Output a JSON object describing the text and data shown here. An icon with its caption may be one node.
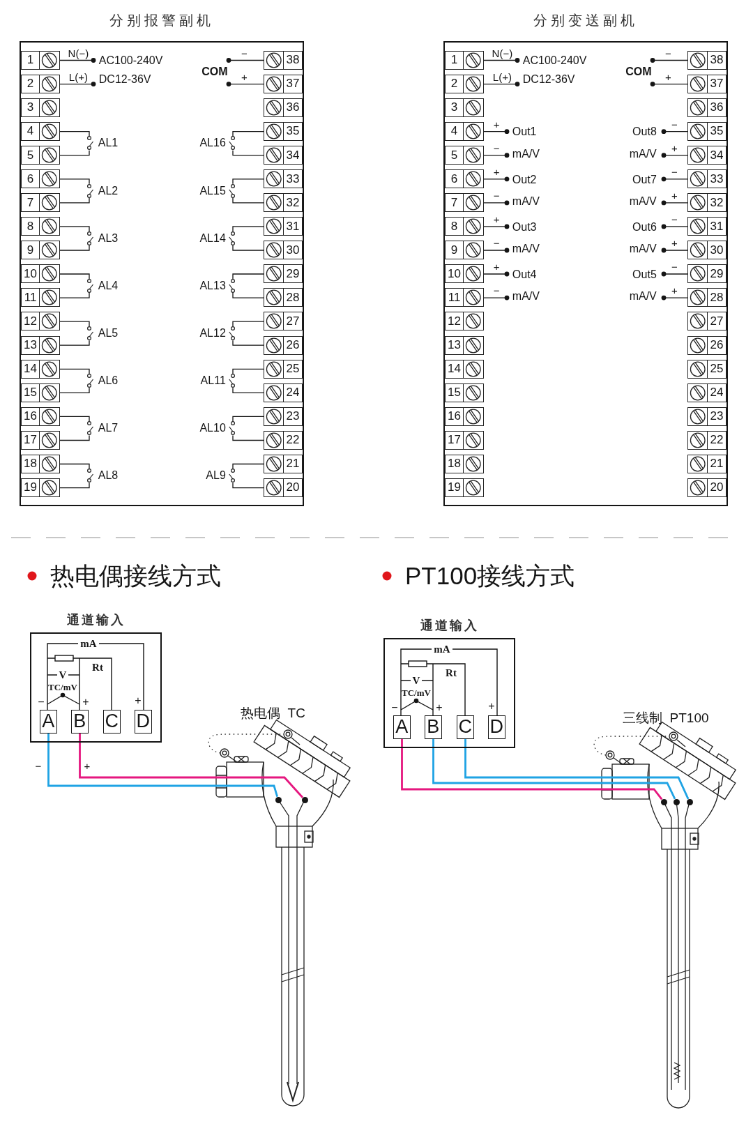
{
  "diagram": {
    "nodes": [
      {
        "text": [
          "分别报警副机"
        ]
      },
      {
        "text": [
          "1"
        ],
        "in": 0
      },
      {
        "text": [
          "2"
        ],
        "in": 0
      },
      {
        "text": [
          "3"
        ],
        "in": 0
      },
      {
        "text": [
          "4"
        ],
        "in": 0
      },
      {
        "text": [
          "5"
        ],
        "in": 0
      },
      {
        "text": [
          "6"
        ],
        "in": 0
      },
      {
        "text": [
          "7"
        ],
        "in": 0
      },
      {
        "text": [
          "8"
        ],
        "in": 0
      },
      {
        "text": [
          "9"
        ],
        "in": 0
      },
      {
        "text": [
          "10"
        ],
        "in": 0
      },
      {
        "text": [
          "11"
        ],
        "in": 0
      },
      {
        "text": [
          "12"
        ],
        "in": 0
      },
      {
        "text": [
          "13"
        ],
        "in": 0
      },
      {
        "text": [
          "14"
        ],
        "in": 0
      },
      {
        "text": [
          "15"
        ],
        "in": 0
      },
      {
        "text": [
          "16"
        ],
        "in": 0
      },
      {
        "text": [
          "17"
        ],
        "in": 0
      },
      {
        "text": [
          "18"
        ],
        "in": 0
      },
      {
        "text": [
          "19"
        ],
        "in": 0
      },
      {
        "text": [
          "38"
        ],
        "in": 0
      },
      {
        "text": [
          "37"
        ],
        "in": 0
      },
      {
        "text": [
          "36"
        ],
        "in": 0
      },
      {
        "text": [
          "35"
        ],
        "in": 0
      },
      {
        "text": [
          "34"
        ],
        "in": 0
      },
      {
        "text": [
          "33"
        ],
        "in": 0
      },
      {
        "text": [
          "32"
        ],
        "in": 0
      },
      {
        "text": [
          "31"
        ],
        "in": 0
      },
      {
        "text": [
          "30"
        ],
        "in": 0
      },
      {
        "text": [
          "29"
        ],
        "in": 0
      },
      {
        "text": [
          "28"
        ],
        "in": 0
      },
      {
        "text": [
          "27"
        ],
        "in": 0
      },
      {
        "text": [
          "26"
        ],
        "in": 0
      },
      {
        "text": [
          "25"
        ],
        "in": 0
      },
      {
        "text": [
          "24"
        ],
        "in": 0
      },
      {
        "text": [
          "23"
        ],
        "in": 0
      },
      {
        "text": [
          "22"
        ],
        "in": 0
      },
      {
        "text": [
          "21"
        ],
        "in": 0
      },
      {
        "text": [
          "20"
        ],
        "in": 0
      },
      {
        "text": [
          "AC100-240V"
        ],
        "in": 0
      },
      {
        "text": [
          "DC12-36V"
        ],
        "in": 0
      },
      {
        "text": [
          "COM"
        ],
        "in": 0
      },
      {
        "text": [
          "AL1"
        ],
        "in": 0
      },
      {
        "text": [
          "AL2"
        ],
        "in": 0
      },
      {
        "text": [
          "AL3"
        ],
        "in": 0
      },
      {
        "text": [
          "AL4"
        ],
        "in": 0
      },
      {
        "text": [
          "AL5"
        ],
        "in": 0
      },
      {
        "text": [
          "AL6"
        ],
        "in": 0
      },
      {
        "text": [
          "AL7"
        ],
        "in": 0
      },
      {
        "text": [
          "AL8"
        ],
        "in": 0
      },
      {
        "text": [
          "AL16"
        ],
        "in": 0
      },
      {
        "text": [
          "AL15"
        ],
        "in": 0
      },
      {
        "text": [
          "AL14"
        ],
        "in": 0
      },
      {
        "text": [
          "AL13"
        ],
        "in": 0
      },
      {
        "text": [
          "AL12"
        ],
        "in": 0
      },
      {
        "text": [
          "AL11"
        ],
        "in": 0
      },
      {
        "text": [
          "AL10"
        ],
        "in": 0
      },
      {
        "text": [
          "AL9"
        ],
        "in": 0
      },
      {
        "text": [
          "分别变送副机"
        ]
      },
      {
        "text": [
          "1"
        ],
        "in": 58
      },
      {
        "text": [
          "2"
        ],
        "in": 58
      },
      {
        "text": [
          "3"
        ],
        "in": 58
      },
      {
        "text": [
          "4"
        ],
        "in": 58
      },
      {
        "text": [
          "5"
        ],
        "in": 58
      },
      {
        "text": [
          "6"
        ],
        "in": 58
      },
      {
        "text": [
          "7"
        ],
        "in": 58
      },
      {
        "text": [
          "8"
        ],
        "in": 58
      },
      {
        "text": [
          "9"
        ],
        "in": 58
      },
      {
        "text": [
          "10"
        ],
        "in": 58
      },
      {
        "text": [
          "11"
        ],
        "in": 58
      },
      {
        "text": [
          "12"
        ],
        "in": 58
      },
      {
        "text": [
          "13"
        ],
        "in": 58
      },
      {
        "text": [
          "14"
        ],
        "in": 58
      },
      {
        "text": [
          "15"
        ],
        "in": 58
      },
      {
        "text": [
          "16"
        ],
        "in": 58
      },
      {
        "text": [
          "17"
        ],
        "in": 58
      },
      {
        "text": [
          "18"
        ],
        "in": 58
      },
      {
        "text": [
          "19"
        ],
        "in": 58
      },
      {
        "text": [
          "38"
        ],
        "in": 58
      },
      {
        "text": [
          "37"
        ],
        "in": 58
      },
      {
        "text": [
          "36"
        ],
        "in": 58
      },
      {
        "text": [
          "35"
        ],
        "in": 58
      },
      {
        "text": [
          "34"
        ],
        "in": 58
      },
      {
        "text": [
          "33"
        ],
        "in": 58
      },
      {
        "text": [
          "32"
        ],
        "in": 58
      },
      {
        "text": [
          "31"
        ],
        "in": 58
      },
      {
        "text": [
          "30"
        ],
        "in": 58
      },
      {
        "text": [
          "29"
        ],
        "in": 58
      },
      {
        "text": [
          "28"
        ],
        "in": 58
      },
      {
        "text": [
          "27"
        ],
        "in": 58
      },
      {
        "text": [
          "26"
        ],
        "in": 58
      },
      {
        "text": [
          "25"
        ],
        "in": 58
      },
      {
        "text": [
          "24"
        ],
        "in": 58
      },
      {
        "text": [
          "23"
        ],
        "in": 58
      },
      {
        "text": [
          "22"
        ],
        "in": 58
      },
      {
        "text": [
          "21"
        ],
        "in": 58
      },
      {
        "text": [
          "20"
        ],
        "in": 58
      },
      {
        "text": [
          "AC100-240V"
        ],
        "in": 58
      },
      {
        "text": [
          "DC12-36V"
        ],
        "in": 58
      },
      {
        "text": [
          "COM"
        ],
        "in": 58
      },
      {
        "text": [
          "Out1"
        ],
        "in": 58
      },
      {
        "text": [
          "mA/V"
        ],
        "in": 58
      },
      {
        "text": [
          "Out2"
        ],
        "in": 58
      },
      {
        "text": [
          "mA/V"
        ],
        "in": 58
      },
      {
        "text": [
          "Out3"
        ],
        "in": 58
      },
      {
        "text": [
          "mA/V"
        ],
        "in": 58
      },
      {
        "text": [
          "Out4"
        ],
        "in": 58
      },
      {
        "text": [
          "mA/V"
        ],
        "in": 58
      },
      {
        "text": [
          "Out8"
        ],
        "in": 58
      },
      {
        "text": [
          "mA/V"
        ],
        "in": 58
      },
      {
        "text": [
          "Out7"
        ],
        "in": 58
      },
      {
        "text": [
          "mA/V"
        ],
        "in": 58
      },
      {
        "text": [
          "Out6"
        ],
        "in": 58
      },
      {
        "text": [
          "mA/V"
        ],
        "in": 58
      },
      {
        "text": [
          "Out5"
        ],
        "in": 58
      },
      {
        "text": [
          "mA/V"
        ],
        "in": 58
      },
      {
        "text": [
          "通道输入"
        ]
      },
      {
        "text": [
          "A"
        ],
        "in": 116
      },
      {
        "text": [
          "B"
        ],
        "in": 116
      },
      {
        "text": [
          "C"
        ],
        "in": 116
      },
      {
        "text": [
          "D"
        ],
        "in": 116
      },
      {
        "text": [],
        "shape": "circle"
      },
      {
        "text": [],
        "shape": "circle"
      },
      {
        "text": [
          "通道输入"
        ]
      },
      {
        "text": [
          "A"
        ],
        "in": 123
      },
      {
        "text": [
          "B"
        ],
        "in": 123
      },
      {
        "text": [
          "C"
        ],
        "in": 123
      },
      {
        "text": [
          "D"
        ],
        "in": 123
      },
      {
        "text": [],
        "shape": "circle"
      },
      {
        "text": [],
        "shape": "circle"
      },
      {
        "text": [],
        "shape": "circle"
      }
    ],
    "edges": [
      {
        "from": 1,
        "to": 39,
        "arrow": "other",
        "label": "N(−)"
      },
      {
        "from": 2,
        "to": 40,
        "arrow": "other",
        "label": "L(+)"
      },
      {
        "from": 20,
        "to": 41,
        "arrow": "other",
        "label": "−"
      },
      {
        "from": 21,
        "to": 41,
        "arrow": "other",
        "label": "+"
      },
      {
        "from": 4,
        "to": 42,
        "arrow": "none"
      },
      {
        "from": 5,
        "to": 42,
        "arrow": "none"
      },
      {
        "from": 6,
        "to": 43,
        "arrow": "none"
      },
      {
        "from": 7,
        "to": 43,
        "arrow": "none"
      },
      {
        "from": 8,
        "to": 44,
        "arrow": "none"
      },
      {
        "from": 9,
        "to": 44,
        "arrow": "none"
      },
      {
        "from": 10,
        "to": 45,
        "arrow": "none"
      },
      {
        "from": 11,
        "to": 45,
        "arrow": "none"
      },
      {
        "from": 12,
        "to": 46,
        "arrow": "none"
      },
      {
        "from": 13,
        "to": 46,
        "arrow": "none"
      },
      {
        "from": 14,
        "to": 47,
        "arrow": "none"
      },
      {
        "from": 15,
        "to": 47,
        "arrow": "none"
      },
      {
        "from": 16,
        "to": 48,
        "arrow": "none"
      },
      {
        "from": 17,
        "to": 48,
        "arrow": "none"
      },
      {
        "from": 18,
        "to": 49,
        "arrow": "none"
      },
      {
        "from": 19,
        "to": 49,
        "arrow": "none"
      },
      {
        "from": 23,
        "to": 50,
        "arrow": "none"
      },
      {
        "from": 24,
        "to": 50,
        "arrow": "none"
      },
      {
        "from": 25,
        "to": 51,
        "arrow": "none"
      },
      {
        "from": 26,
        "to": 51,
        "arrow": "none"
      },
      {
        "from": 27,
        "to": 52,
        "arrow": "none"
      },
      {
        "from": 28,
        "to": 52,
        "arrow": "none"
      },
      {
        "from": 29,
        "to": 53,
        "arrow": "none"
      },
      {
        "from": 30,
        "to": 53,
        "arrow": "none"
      },
      {
        "from": 31,
        "to": 54,
        "arrow": "none"
      },
      {
        "from": 32,
        "to": 54,
        "arrow": "none"
      },
      {
        "from": 33,
        "to": 55,
        "arrow": "none"
      },
      {
        "from": 34,
        "to": 55,
        "arrow": "none"
      },
      {
        "from": 35,
        "to": 56,
        "arrow": "none"
      },
      {
        "from": 36,
        "to": 56,
        "arrow": "none"
      },
      {
        "from": 37,
        "to": 57,
        "arrow": "none"
      },
      {
        "from": 38,
        "to": 57,
        "arrow": "none"
      },
      {
        "from": 59,
        "to": 97,
        "arrow": "other",
        "label": "N(−)"
      },
      {
        "from": 60,
        "to": 98,
        "arrow": "other",
        "label": "L(+)"
      },
      {
        "from": 78,
        "to": 99,
        "arrow": "other",
        "label": "−"
      },
      {
        "from": 79,
        "to": 99,
        "arrow": "other",
        "label": "+"
      },
      {
        "from": 62,
        "to": 100,
        "arrow": "other",
        "label": "+"
      },
      {
        "from": 63,
        "to": 101,
        "arrow": "other",
        "label": "−"
      },
      {
        "from": 64,
        "to": 102,
        "arrow": "other",
        "label": "+"
      },
      {
        "from": 65,
        "to": 103,
        "arrow": "other",
        "label": "−"
      },
      {
        "from": 66,
        "to": 104,
        "arrow": "other",
        "label": "+"
      },
      {
        "from": 67,
        "to": 105,
        "arrow": "other",
        "label": "−"
      },
      {
        "from": 68,
        "to": 106,
        "arrow": "other",
        "label": "+"
      },
      {
        "from": 69,
        "to": 107,
        "arrow": "other",
        "label": "−"
      },
      {
        "from": 81,
        "to": 108,
        "arrow": "other",
        "label": "−"
      },
      {
        "from": 82,
        "to": 109,
        "arrow": "other",
        "label": "+"
      },
      {
        "from": 83,
        "to": 110,
        "arrow": "other",
        "label": "−"
      },
      {
        "from": 84,
        "to": 111,
        "arrow": "other",
        "label": "+"
      },
      {
        "from": 85,
        "to": 112,
        "arrow": "other",
        "label": "−"
      },
      {
        "from": 86,
        "to": 113,
        "arrow": "other",
        "label": "+"
      },
      {
        "from": 87,
        "to": 114,
        "arrow": "other",
        "label": "−"
      },
      {
        "from": 88,
        "to": 115,
        "arrow": "other",
        "label": "+"
      },
      {
        "from": 117,
        "to": 121,
        "arrow": "none",
        "label": "−",
        "color": "#1fa3e4"
      },
      {
        "from": 118,
        "to": 122,
        "arrow": "none",
        "label": "+",
        "color": "#e5177f"
      },
      {
        "from": 124,
        "to": 128,
        "arrow": "none",
        "color": "#e5177f"
      },
      {
        "from": 125,
        "to": 129,
        "arrow": "none",
        "color": "#1fa3e4"
      },
      {
        "from": 126,
        "to": 130,
        "arrow": "none",
        "color": "#1fa3e4"
      }
    ],
    "labels": [
      "热电偶接线方式",
      "PT100接线方式",
      "mA",
      "Rt",
      "V",
      "TC/mV",
      "−",
      "+",
      "+",
      "热电偶  TC",
      "mA",
      "Rt",
      "V",
      "TC/mV",
      "−",
      "+",
      "+",
      "三线制  PT100"
    ]
  }
}
